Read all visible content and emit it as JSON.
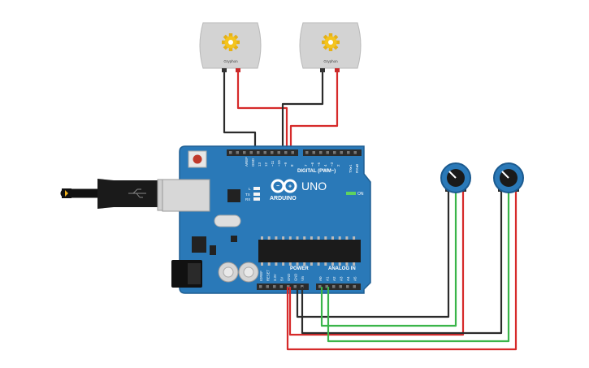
{
  "board": {
    "brand": "ARDUINO",
    "model": "UNO",
    "digital_header": "DIGITAL (PWM~)",
    "power_header": "POWER",
    "analog_header": "ANALOG IN",
    "on_label": "ON",
    "l_label": "L",
    "tx_label": "TX",
    "rx_label": "RX",
    "tx_pin": "TX▸1",
    "rx_pin": "RX◂0",
    "digital_pins": [
      "AREF",
      "GND",
      "13",
      "12",
      "~11",
      "~10",
      "~9",
      "8",
      "7",
      "~6",
      "~5",
      "4",
      "~3",
      "2"
    ],
    "power_pins": [
      "IOREF",
      "RESET",
      "3.3V",
      "5V",
      "GND",
      "GND",
      "Vin"
    ],
    "analog_pins": [
      "A0",
      "A1",
      "A2",
      "A3",
      "A4",
      "A5"
    ]
  },
  "motors": [
    {
      "label": "Gryphon"
    },
    {
      "label": "Gryphon"
    }
  ],
  "components": {
    "usb_cable": "usb-cable",
    "power_jack": "dc-barrel-jack",
    "potentiometers": 2,
    "dc_motors": 2
  },
  "wire_colors": {
    "black": "#2b2b2b",
    "red": "#d62a2a",
    "green": "#3ab54a",
    "board_blue": "#2a79b8"
  }
}
